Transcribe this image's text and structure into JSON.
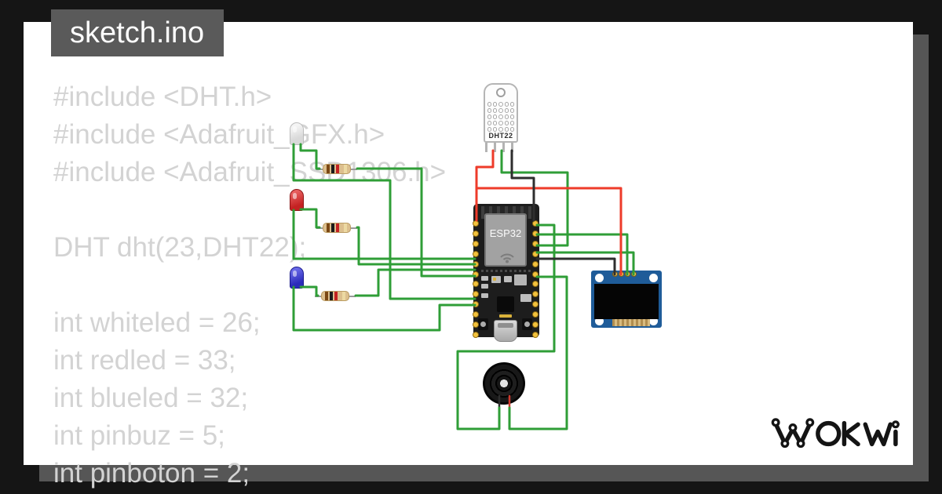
{
  "window": {
    "filename": "sketch.ino"
  },
  "code": {
    "lines": [
      "#include <DHT.h>",
      "#include <Adafruit_GFX.h>",
      "#include <Adafruit_SSD1306.h>",
      "",
      "DHT dht(23,DHT22);",
      "",
      "int whiteled = 26;",
      "int redled = 33;",
      "int blueled = 32;",
      "int pinbuz = 5;",
      "int pinboton = 2;"
    ]
  },
  "diagram": {
    "dht22": {
      "label": "DHT22"
    },
    "esp32": {
      "label": "ESP32"
    },
    "oled": {
      "type": "ssd1306-oled-display"
    },
    "buzzer": {
      "type": "piezo-buzzer"
    },
    "leds": [
      {
        "color": "white"
      },
      {
        "color": "red"
      },
      {
        "color": "blue"
      }
    ],
    "resistor_count": 3
  },
  "logo": {
    "text": "WOKWI"
  },
  "colors": {
    "frame": "#151515",
    "paper": "#ffffff",
    "paper_shadow": "#565656",
    "titlebar": "#5a5a5a",
    "code_text": "#d3d3d3",
    "wire_green": "#2f9e37",
    "wire_red": "#ee3b2a",
    "wire_black": "#2e2e2e",
    "oled_pcb": "#1f5c99",
    "pin_gold": "#f2c23e"
  }
}
